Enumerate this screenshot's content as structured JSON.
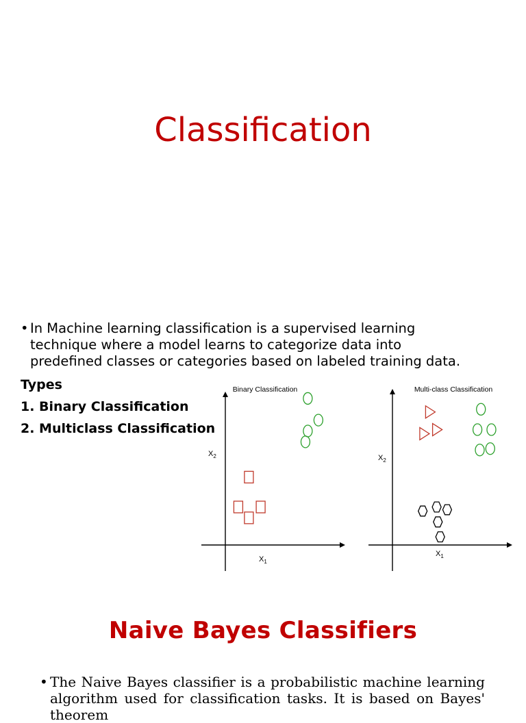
{
  "slide1": {
    "title": "Classification",
    "bullet_symbol": "•",
    "bullet": "In Machine learning classification is a supervised learning technique where a model learns to categorize data into predefined classes or categories based on labeled training data.",
    "types_heading": "Types",
    "types": [
      "1. Binary Classification",
      "2. Multiclass Classification"
    ]
  },
  "slide2": {
    "title": "Naive Bayes Classifiers",
    "bullet_symbol": "•",
    "bullet": "The Naive Bayes classifier is a probabilistic machine learning algorithm used for classification tasks. It is based on Bayes' theorem"
  },
  "chart_data": [
    {
      "type": "scatter",
      "title": "Binary Classification",
      "xlabel": "X",
      "xlabel_sub": "1",
      "ylabel": "X",
      "ylabel_sub": "2",
      "grid": false,
      "series": [
        {
          "marker": "square",
          "color": "#c0392b",
          "points": [
            [
              0.2,
              0.5
            ],
            [
              0.11,
              0.28
            ],
            [
              0.2,
              0.2
            ],
            [
              0.3,
              0.28
            ]
          ]
        },
        {
          "marker": "circle",
          "color": "#2ca02c",
          "points": [
            [
              0.7,
              1.08
            ],
            [
              0.79,
              0.92
            ],
            [
              0.7,
              0.84
            ],
            [
              0.68,
              0.76
            ]
          ]
        }
      ]
    },
    {
      "type": "scatter",
      "title": "Multi-class Classification",
      "xlabel": "X",
      "xlabel_sub": "1",
      "ylabel": "X",
      "ylabel_sub": "2",
      "grid": false,
      "series": [
        {
          "marker": "triangle",
          "color": "#c0392b",
          "points": [
            [
              0.32,
              0.98
            ],
            [
              0.38,
              0.85
            ],
            [
              0.27,
              0.82
            ]
          ]
        },
        {
          "marker": "circle",
          "color": "#2ca02c",
          "points": [
            [
              0.76,
              1.0
            ],
            [
              0.73,
              0.85
            ],
            [
              0.85,
              0.85
            ],
            [
              0.75,
              0.7
            ],
            [
              0.84,
              0.71
            ]
          ]
        },
        {
          "marker": "hexagon",
          "color": "#000000",
          "points": [
            [
              0.26,
              0.25
            ],
            [
              0.38,
              0.28
            ],
            [
              0.47,
              0.26
            ],
            [
              0.39,
              0.17
            ],
            [
              0.41,
              0.06
            ]
          ]
        }
      ]
    }
  ]
}
